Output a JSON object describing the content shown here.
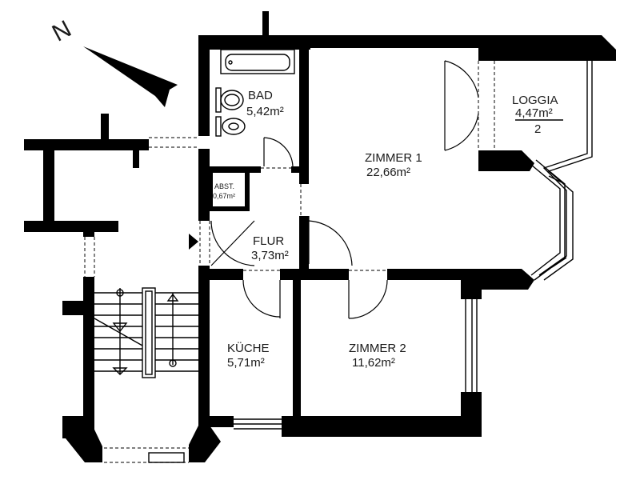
{
  "compass": {
    "letter": "N"
  },
  "rooms": {
    "bad": {
      "name": "BAD",
      "area": "5,42m²"
    },
    "zimmer1": {
      "name": "ZIMMER 1",
      "area": "22,66m²"
    },
    "loggia": {
      "name": "LOGGIA",
      "area": "4,47m²",
      "fraction": "2"
    },
    "abst": {
      "name": "ABST.",
      "area": "0,67m²"
    },
    "flur": {
      "name": "FLUR",
      "area": "3,73m²"
    },
    "kueche": {
      "name": "KÜCHE",
      "area": "5,71m²"
    },
    "zimmer2": {
      "name": "ZIMMER 2",
      "area": "11,62m²"
    }
  }
}
